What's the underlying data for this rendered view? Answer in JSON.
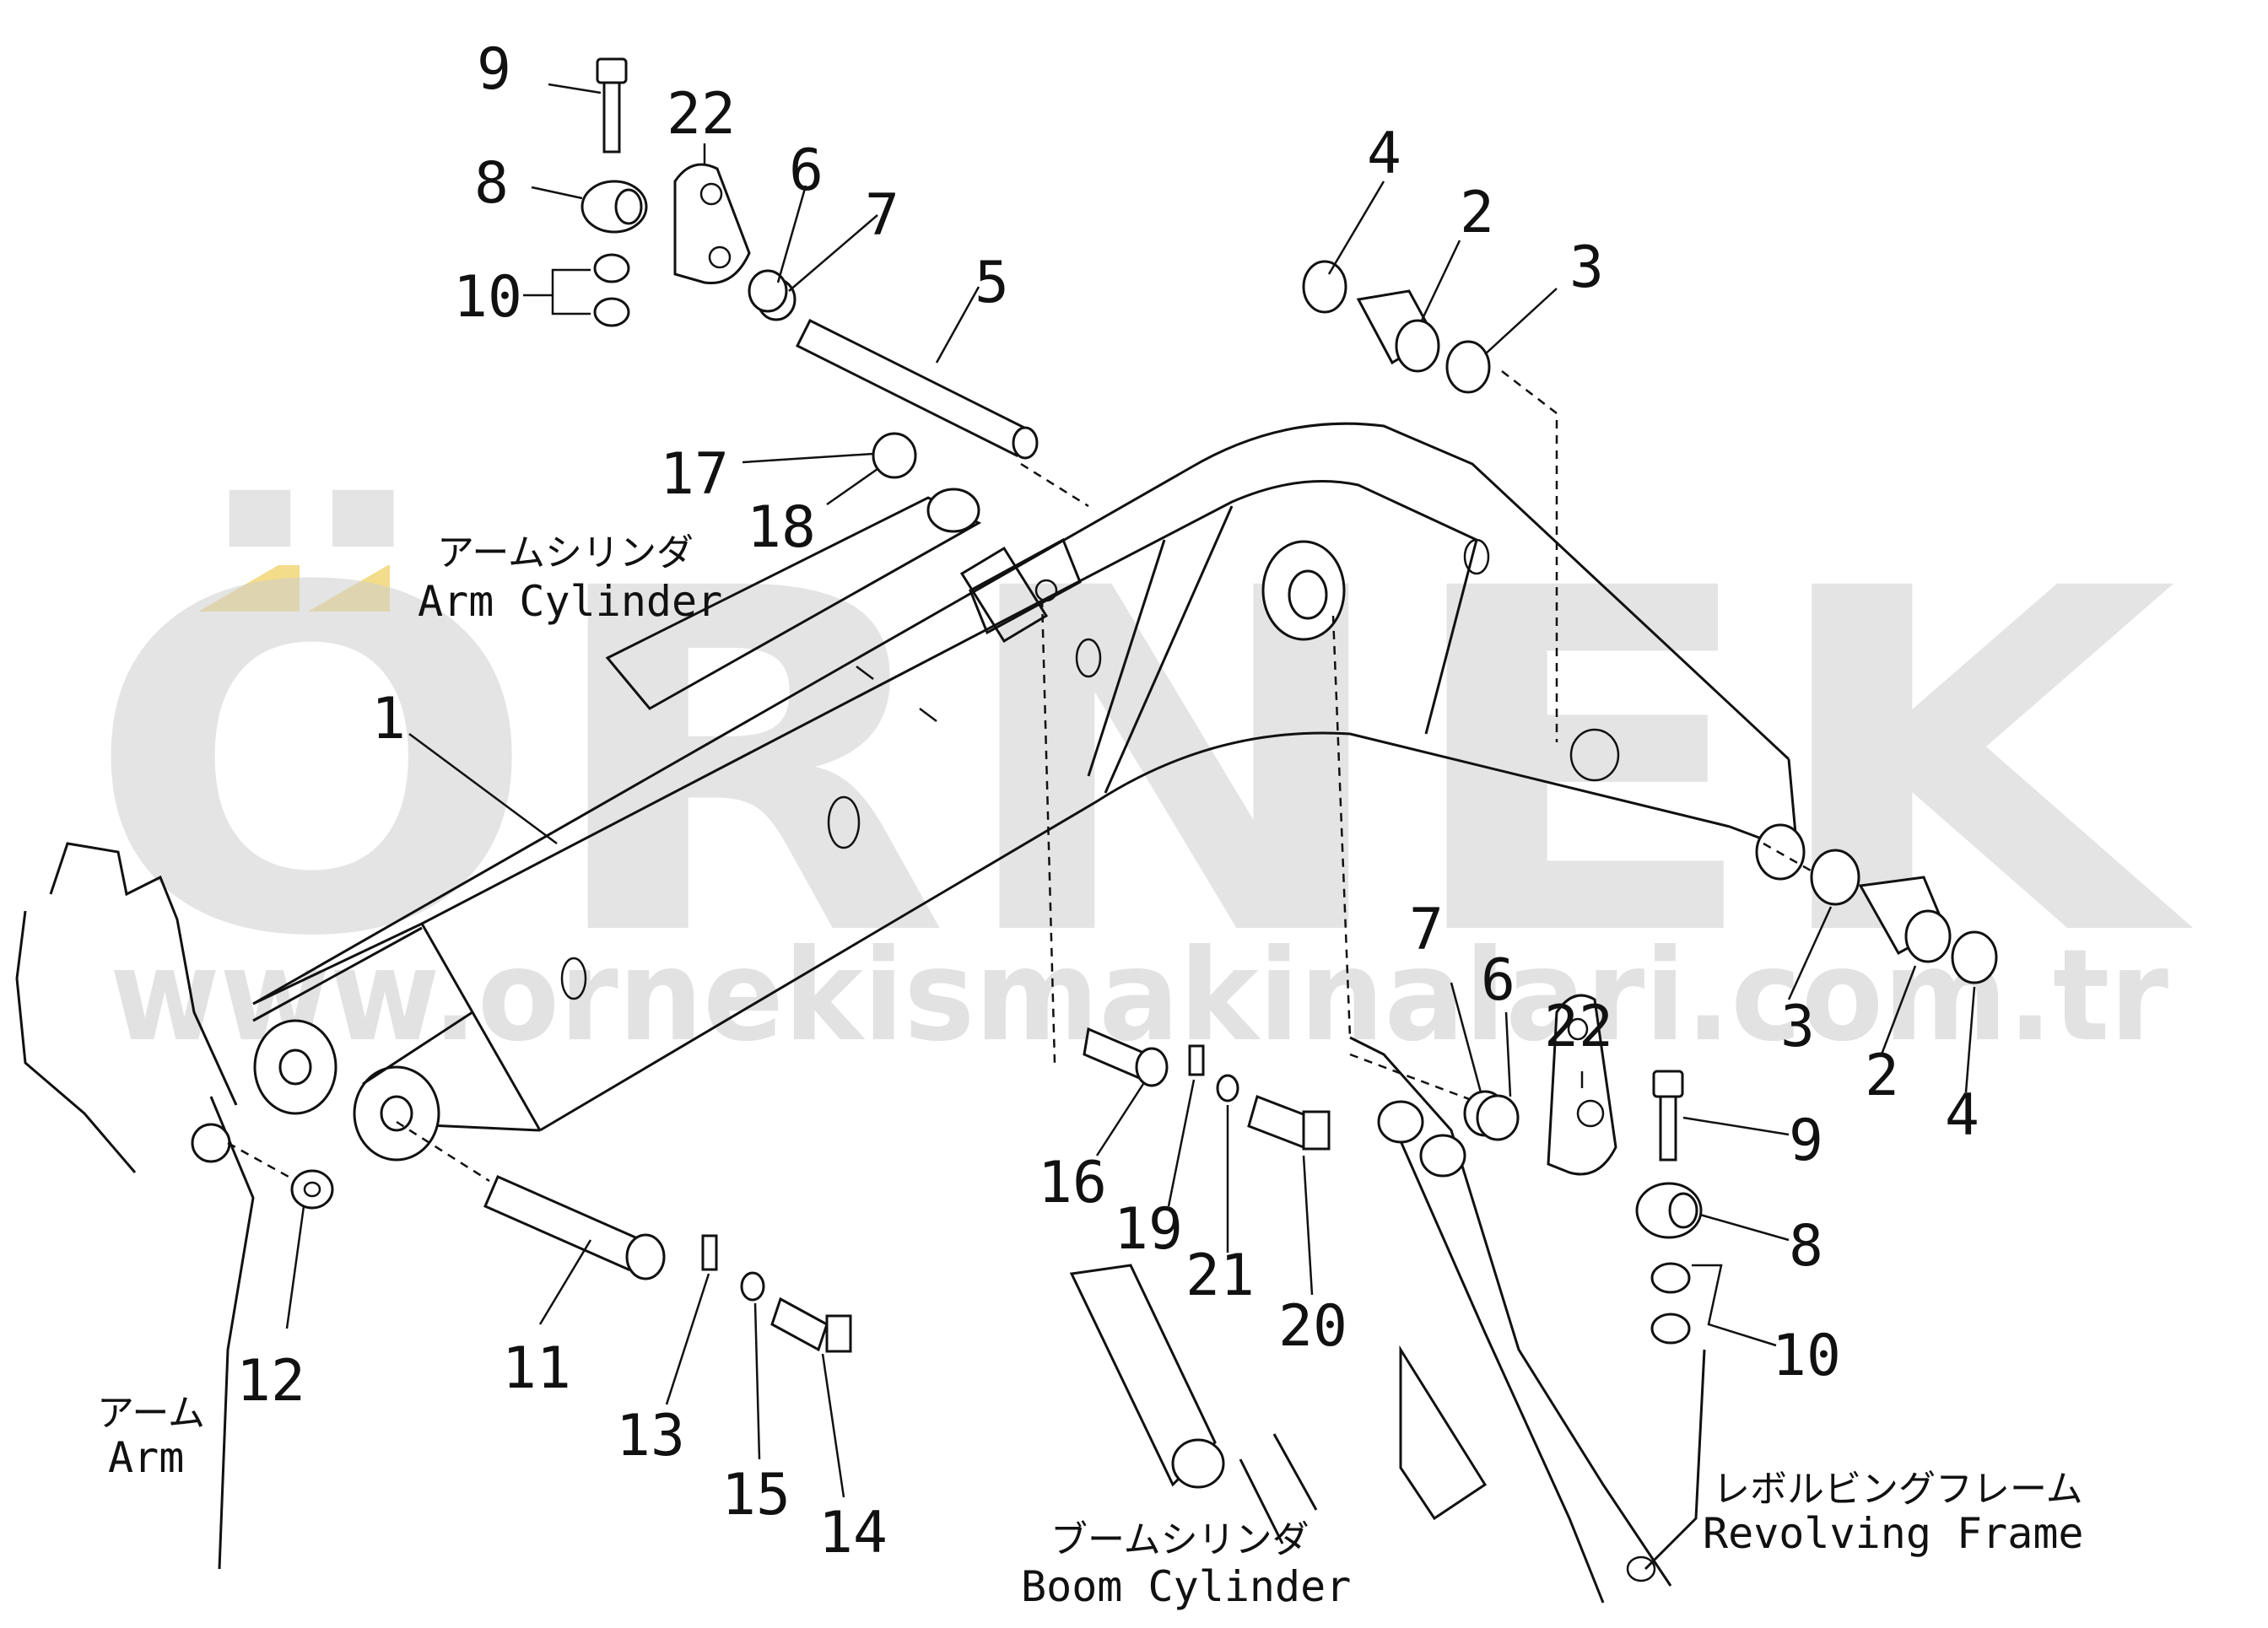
{
  "watermark": {
    "brand": "ÖRNEK",
    "url": "www.ornekismakinalari.com.tr",
    "accent_color": "#f3dc8a",
    "gray_color": "#cfcfcf"
  },
  "captions": {
    "arm_cylinder_jp": "アームシリンダ",
    "arm_cylinder_en": "Arm Cylinder",
    "arm_jp": "アーム",
    "arm_en": "Arm",
    "boom_cylinder_jp": "ブームシリンダ",
    "boom_cylinder_en": "Boom Cylinder",
    "revolving_frame_jp": "レボルビングフレーム",
    "revolving_frame_en": "Revolving Frame"
  },
  "callouts": {
    "c1": "1",
    "c2a": "2",
    "c2b": "2",
    "c3a": "3",
    "c3b": "3",
    "c4a": "4",
    "c4b": "4",
    "c5": "5",
    "c6a": "6",
    "c6b": "6",
    "c7a": "7",
    "c7b": "7",
    "c8a": "8",
    "c8b": "8",
    "c9a": "9",
    "c9b": "9",
    "c10a": "10",
    "c10b": "10",
    "c11": "11",
    "c12": "12",
    "c13": "13",
    "c14": "14",
    "c15": "15",
    "c16": "16",
    "c17": "17",
    "c18": "18",
    "c19": "19",
    "c20": "20",
    "c21": "21",
    "c22a": "22",
    "c22b": "22"
  }
}
